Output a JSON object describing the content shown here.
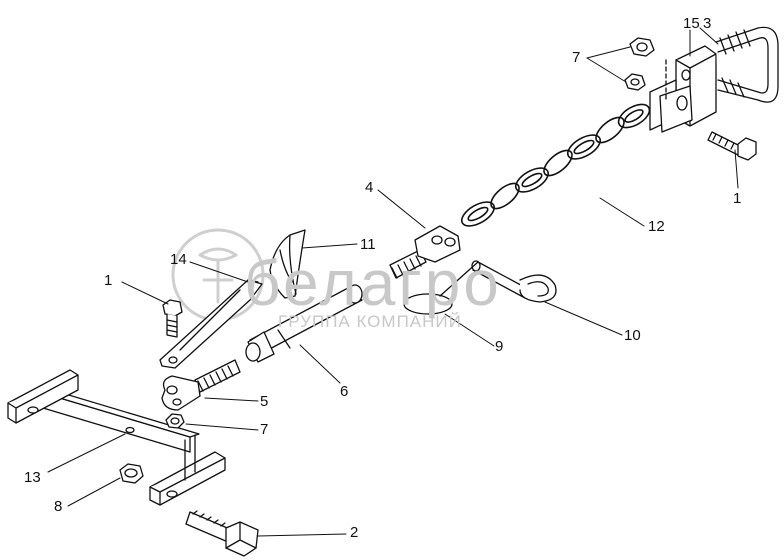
{
  "diagram": {
    "callouts": [
      {
        "id": "c1a",
        "text": "1"
      },
      {
        "id": "c1b",
        "text": "1"
      },
      {
        "id": "c2",
        "text": "2"
      },
      {
        "id": "c3",
        "text": "3"
      },
      {
        "id": "c4",
        "text": "4"
      },
      {
        "id": "c5",
        "text": "5"
      },
      {
        "id": "c6",
        "text": "6"
      },
      {
        "id": "c7a",
        "text": "7"
      },
      {
        "id": "c7b",
        "text": "7"
      },
      {
        "id": "c8",
        "text": "8"
      },
      {
        "id": "c9",
        "text": "9"
      },
      {
        "id": "c10",
        "text": "10"
      },
      {
        "id": "c11",
        "text": "11"
      },
      {
        "id": "c12",
        "text": "12"
      },
      {
        "id": "c13",
        "text": "13"
      },
      {
        "id": "c14",
        "text": "14"
      },
      {
        "id": "c15",
        "text": "15"
      }
    ]
  },
  "watermark": {
    "logo_text": "белагро",
    "subtitle": "ГРУППА КОМПАНИЙ"
  },
  "colors": {
    "ink": "#111111",
    "watermark": "#c8c8c8"
  }
}
